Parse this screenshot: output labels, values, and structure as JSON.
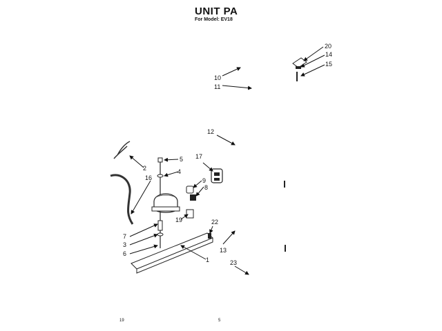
{
  "header": {
    "title": "UNIT PA",
    "subtitle": "For Model: EV18"
  },
  "callouts": [
    "1",
    "2",
    "3",
    "4",
    "5",
    "6",
    "7",
    "8",
    "9",
    "10",
    "11",
    "12",
    "13",
    "14",
    "15",
    "16",
    "17",
    "19",
    "20",
    "22",
    "23"
  ],
  "footer": {
    "left": "19",
    "center": "5"
  }
}
